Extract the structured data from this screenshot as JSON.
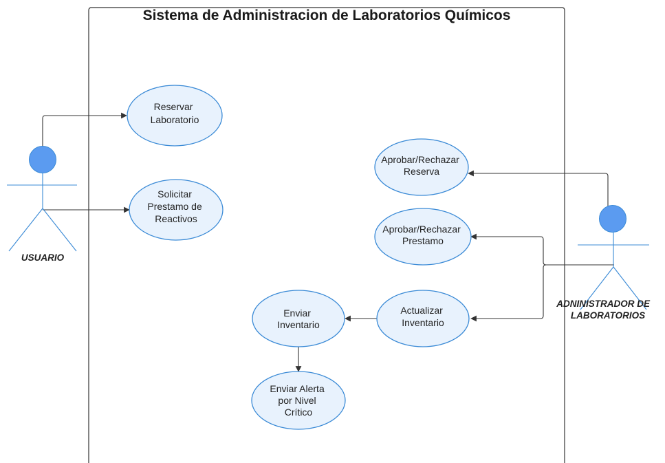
{
  "system": {
    "title": "Sistema de Administracion de Laboratorios Químicos"
  },
  "colors": {
    "ellipse_fill": "#e8f2fd",
    "ellipse_stroke": "#3a8ad6",
    "actor_head": "#5b9bf0",
    "actor_line": "#3a8ad6",
    "connector": "#333333",
    "boundary": "#333333"
  },
  "actors": [
    {
      "id": "usuario",
      "lines": [
        "USUARIO"
      ]
    },
    {
      "id": "administrador",
      "lines": [
        "ADNINISTRADOR DE",
        "LABORATORIOS"
      ]
    }
  ],
  "use_cases": [
    {
      "id": "reservar",
      "lines": [
        "Reservar",
        "Laboratorio"
      ]
    },
    {
      "id": "solicitar",
      "lines": [
        "Solicitar",
        "Prestamo de",
        "Reactivos"
      ]
    },
    {
      "id": "aprobar-reserva",
      "lines": [
        "Aprobar/Rechazar",
        "Reserva"
      ]
    },
    {
      "id": "aprobar-prestamo",
      "lines": [
        "Aprobar/Rechazar",
        "Prestamo"
      ]
    },
    {
      "id": "actualizar",
      "lines": [
        "Actualizar",
        "Inventario"
      ]
    },
    {
      "id": "enviar-inventario",
      "lines": [
        "Enviar",
        "Inventario"
      ]
    },
    {
      "id": "enviar-alerta",
      "lines": [
        "Enviar Alerta",
        "por Nivel",
        "Crítico"
      ]
    }
  ]
}
